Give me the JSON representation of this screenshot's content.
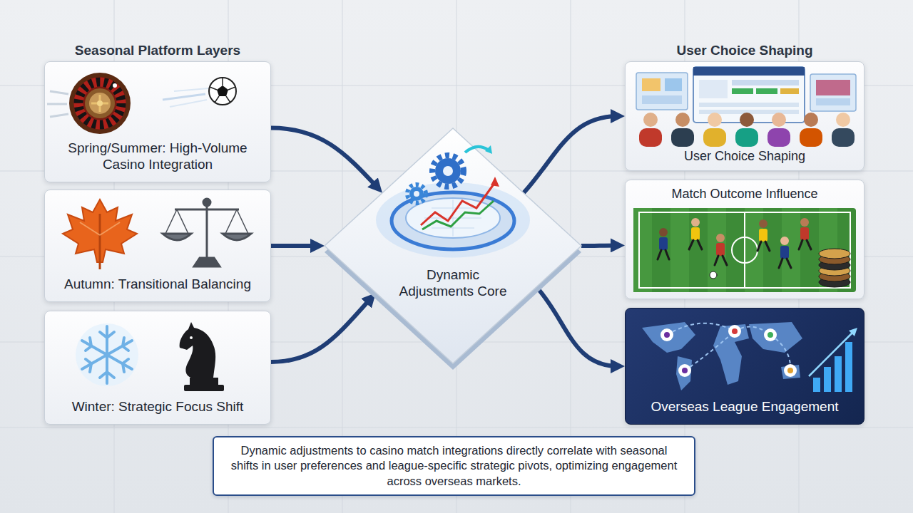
{
  "diagram": {
    "caption": "Dynamic adjustments to casino match integrations directly correlate with seasonal shifts in user preferences and league-specific strategic pivots, optimizing engagement across overseas markets.",
    "nodes": [
      {
        "text": [
          "Spring/Summer: High-Volume Casino Integration"
        ]
      },
      {
        "text": [
          "Autumn: Transitional Balancing"
        ]
      },
      {
        "text": [
          "Winter: Strategic Focus Shift"
        ]
      },
      {
        "text": [
          "Dynamic Adjustments Core"
        ]
      },
      {
        "text": [
          "User Choice Shaping"
        ]
      },
      {
        "text": [
          "Match Outcome Influence"
        ]
      },
      {
        "text": [
          "Overseas League Engagement"
        ]
      }
    ],
    "edges": [
      {
        "from": 0,
        "to": 3,
        "arrow": "to"
      },
      {
        "from": 1,
        "to": 3,
        "arrow": "to"
      },
      {
        "from": 2,
        "to": 3,
        "arrow": "to"
      },
      {
        "from": 3,
        "to": 4,
        "arrow": "to"
      },
      {
        "from": 3,
        "to": 5,
        "arrow": "to"
      },
      {
        "from": 3,
        "to": 6,
        "arrow": "to"
      }
    ],
    "labels": [
      "Seasonal Platform Layers",
      "User Choice Shaping"
    ]
  }
}
